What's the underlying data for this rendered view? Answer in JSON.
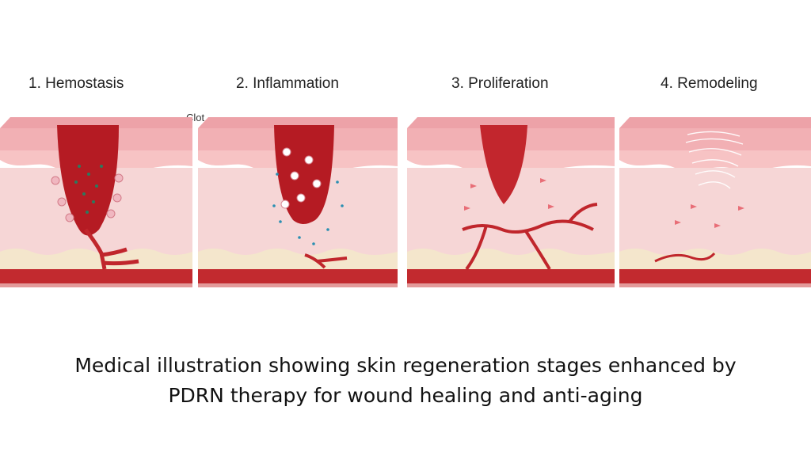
{
  "stages": [
    {
      "label": "1.  Hemostasis"
    },
    {
      "label": "2. Inflammation"
    },
    {
      "label": "3. Proliferation"
    },
    {
      "label": "4. Remodeling"
    }
  ],
  "annotation": {
    "clot": "Clot"
  },
  "caption": {
    "line1": "Medical illustration showing skin regeneration stages enhanced by",
    "line2": "PDRN therapy for wound healing and anti-aging"
  },
  "colors": {
    "skin_top": "#f3b3b6",
    "epidermis": "#f6c9c8",
    "dermis": "#f6d4d4",
    "wound": "#b81d24",
    "vessel": "#c0262c",
    "fat": "#f6ecd3"
  }
}
